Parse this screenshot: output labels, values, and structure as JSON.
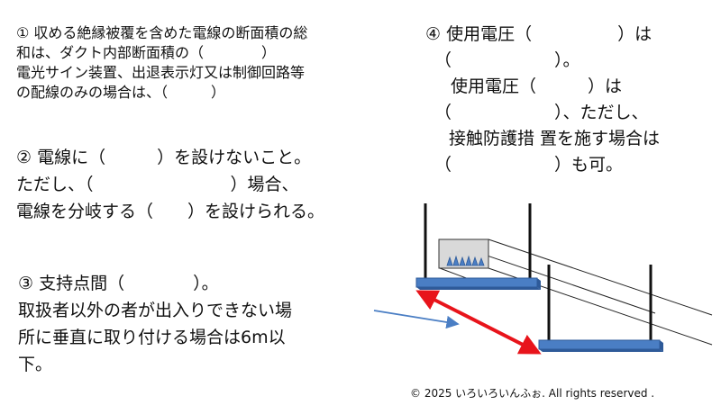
{
  "section1": {
    "lines": [
      "① 収める絶縁被覆を含めた電線の断面積の総",
      "和は、ダクト内部断面積の（　　　　）",
      "電光サイン装置、出退表示灯又は制御回路等",
      "の配線のみの場合は、（　　　）"
    ]
  },
  "section2": {
    "lines": [
      "② 電線に（　　　）を設けないこと。",
      "ただし、（　　　　　　　　）場合、",
      "電線を分岐する（　　）を設けられる。"
    ]
  },
  "section3": {
    "lines": [
      "③ 支持点間（　　　　）。",
      "取扱者以外の者が出入りできない場",
      "所に垂直に取り付ける場合は6m以",
      "下。"
    ]
  },
  "section4": {
    "lines": [
      "④ 使用電圧（　　　　　）は",
      "（　　　　　　）。",
      "使用電圧（　　　）は",
      "（　　　　　　）、ただし、",
      "接触防護措 置を施す場合は",
      "（　　　　　　）も可。"
    ]
  },
  "copyright": "© 2025 いろいろいんふぉ.  All rights reserved ."
}
